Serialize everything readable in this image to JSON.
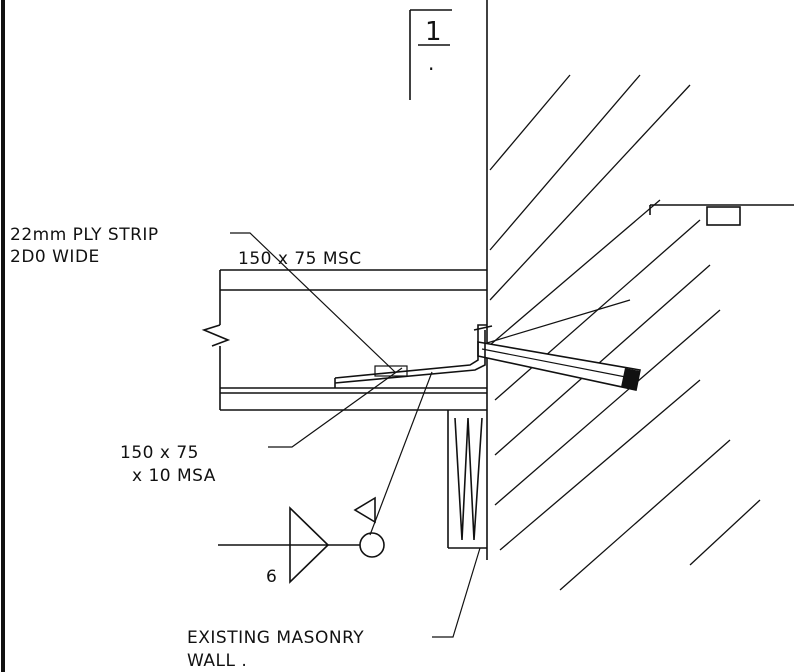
{
  "detail_marker": {
    "number": "1",
    "sub": "."
  },
  "labels": {
    "ply_strip_line1": "22mm PLY STRIP",
    "ply_strip_line2": "2D0 WIDE",
    "msc": "150 x 75 MSC",
    "msa_line1": "150 x 75",
    "msa_line2": "x 10 MSA",
    "weld_size": "6",
    "masonry_line1": "EXISTING MASONRY",
    "masonry_line2": "WALL ."
  }
}
